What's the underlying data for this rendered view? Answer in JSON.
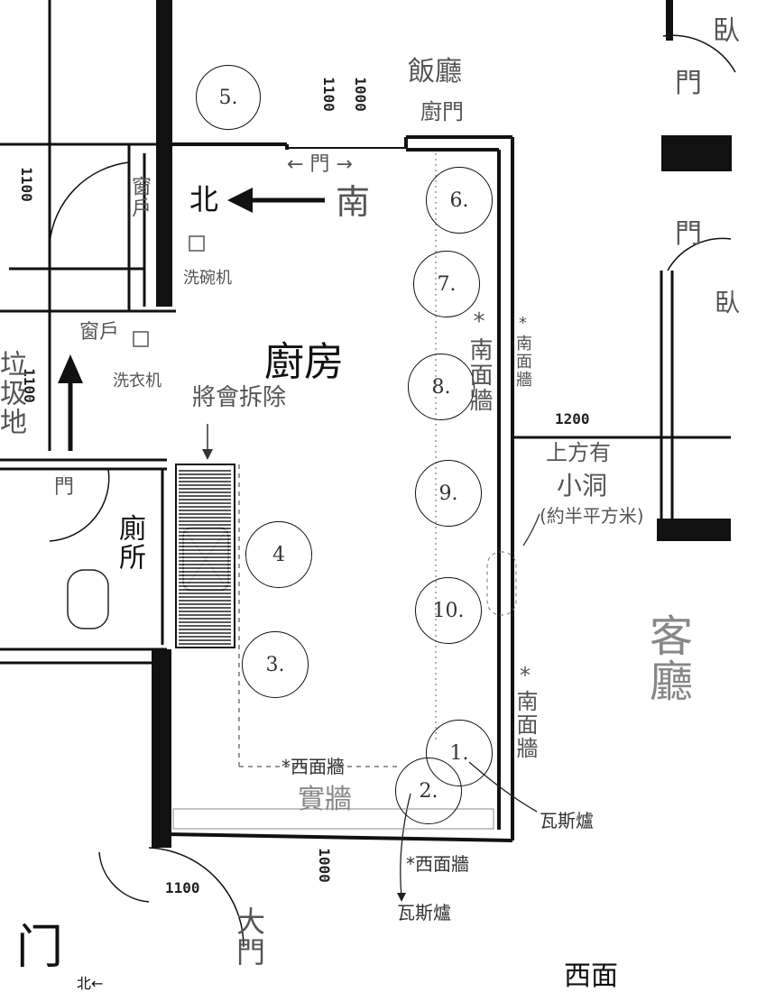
{
  "labels": {
    "dining_room": "飯廳",
    "kitchen_door": "廚門",
    "door_horizontal": "← 門 →",
    "north": "北",
    "south": "南",
    "window_vertical": "窗戶",
    "dishwasher": "洗碗机",
    "window_left": "窗戶",
    "washing_machine": "洗衣机",
    "kitchen": "廚房",
    "will_be_removed": "將會拆除",
    "toilet": "廁所",
    "door_toilet": "門",
    "south_wall_inner": "*南面牆",
    "south_wall_outer_top": "*南面牆",
    "south_wall_outer_bottom": "*南面牆",
    "small_hole_line1": "上方有",
    "small_hole_line2": "小洞",
    "small_hole_line3": "(約半平方米)",
    "living_room": "客廳",
    "west_wall_kitchen": "*西面牆",
    "solid_wall": "實牆",
    "west_wall_lower": "*西面牆",
    "gas_stove_1": "瓦斯爐",
    "gas_stove_2": "瓦斯爐",
    "main_door": "大門",
    "bedroom_top": "臥",
    "door_right_top": "門",
    "door_right_mid": "門",
    "bedroom_mid": "臥",
    "trash_left": "垃圾地",
    "corner_mark": "门",
    "bottom_west": "西面",
    "bottom_north": "北←"
  },
  "dimensions": {
    "d_top_left": "1100",
    "d_top_door": "1000",
    "d_left_upper": "1100",
    "d_left_mid": "1100",
    "d_right": "1200",
    "d_bottom": "1000",
    "d_bottom_left": "1100"
  },
  "positions_numbered": [
    "1.",
    "2.",
    "3.",
    "4",
    "5.",
    "6.",
    "7.",
    "8.",
    "9.",
    "10."
  ]
}
